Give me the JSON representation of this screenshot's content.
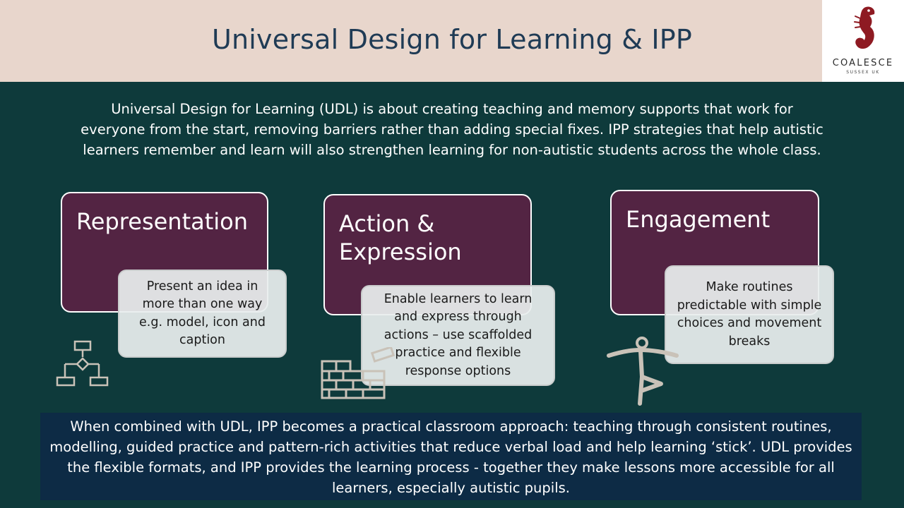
{
  "header": {
    "title": "Universal Design for Learning & IPP",
    "logo": {
      "name": "COALESCE",
      "subtitle": "SUSSEX UK",
      "icon": "seahorse-icon"
    }
  },
  "intro": "Universal Design for Learning (UDL) is about creating teaching and memory supports that work for everyone from the start, removing barriers rather than adding special fixes. IPP strategies that help autistic learners remember and learn will also strengthen learning for non-autistic students across the whole class.",
  "cards": [
    {
      "title": "Representation",
      "note_lines": [
        "Present an idea in more than one way",
        "e.g. model, icon and caption"
      ],
      "icon": "flowchart-icon"
    },
    {
      "title": "Action & Expression",
      "note": "Enable learners to learn and express through actions – use scaffolded practice and flexible response options",
      "icon": "brick-wall-icon"
    },
    {
      "title": "Engagement",
      "note": "Make routines predictable with simple choices and movement breaks",
      "icon": "balance-pose-icon"
    }
  ],
  "footer": "When combined with UDL, IPP becomes a practical classroom approach: teaching through consistent routines, modelling, guided practice and pattern-rich activities that reduce verbal load and help learning ‘stick’. UDL provides the flexible formats, and IPP provides the learning process - together they make lessons more accessible for all learners, especially autistic pupils.",
  "colors": {
    "background": "#0e3a3b",
    "header": "#e8d6cc",
    "title_text": "#1f3b55",
    "card": "#532443",
    "note": "#e8eeee",
    "footer": "#0d2b45",
    "logo_accent": "#8e1a22"
  }
}
